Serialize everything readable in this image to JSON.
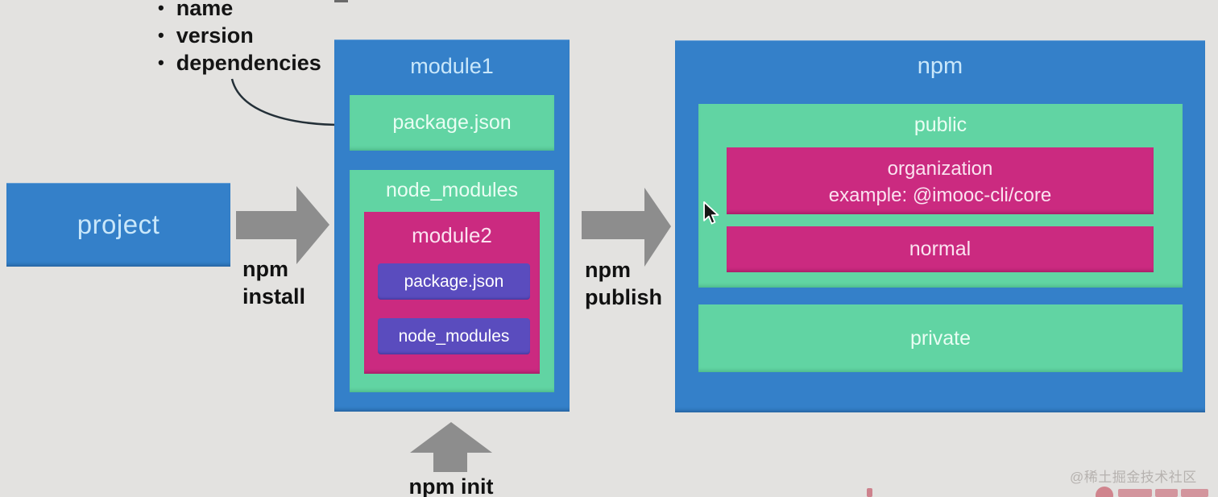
{
  "colors": {
    "background": "#e3e2e0",
    "box_blue": "#3480c9",
    "box_green": "#61d4a3",
    "box_pink": "#cb2a80",
    "box_purple": "#5a4cbe",
    "arrow_gray": "#8d8d8d",
    "text_dark": "#141414",
    "text_pale_blue": "#c9e7fa",
    "text_pale_green": "#e9fdf3",
    "text_pale_pink": "#fbe3f0"
  },
  "bullet_list": {
    "items": [
      "name",
      "version",
      "dependencies"
    ]
  },
  "project": {
    "label": "project"
  },
  "arrows": {
    "install": {
      "line1": "npm",
      "line2": "install"
    },
    "publish": {
      "line1": "npm",
      "line2": "publish"
    },
    "init": {
      "label": "npm init"
    }
  },
  "module1": {
    "title": "module1",
    "package_json_label": "package.json",
    "node_modules": {
      "title": "node_modules",
      "module2": {
        "title": "module2",
        "package_json_label": "package.json",
        "node_modules_label": "node_modules"
      }
    }
  },
  "npm_registry": {
    "title": "npm",
    "public": {
      "title": "public",
      "organization": {
        "line1": "organization",
        "line2": "example: @imooc-cli/core"
      },
      "normal_label": "normal"
    },
    "private_label": "private"
  },
  "icons": {
    "cursor": "arrow-pointer"
  },
  "watermark": "@稀土掘金技术社区"
}
